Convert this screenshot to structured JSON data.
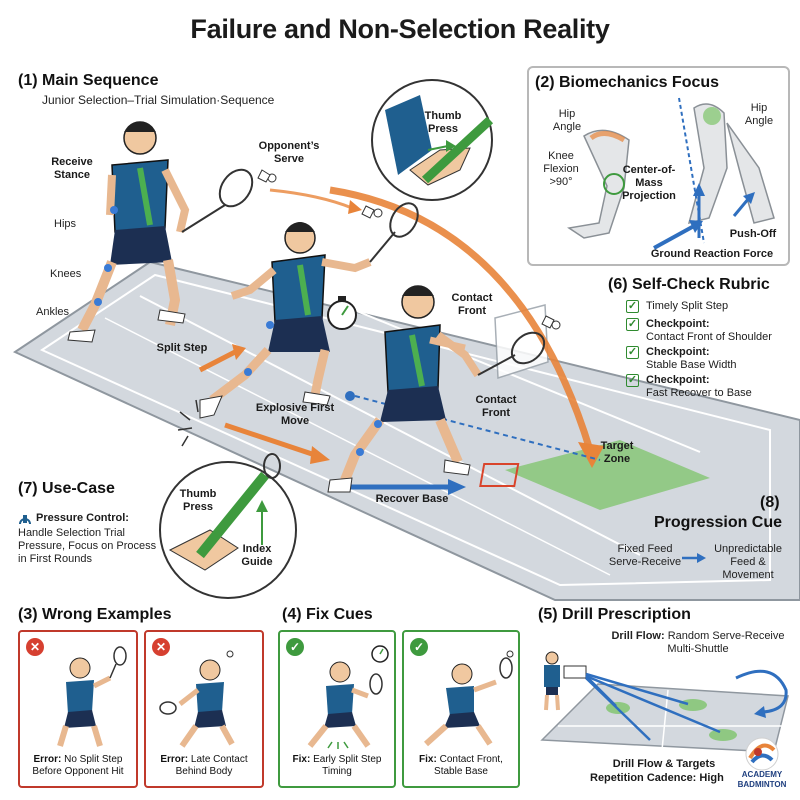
{
  "title": "Failure and Non-Selection Reality",
  "main": {
    "heading": "(1) Main Sequence",
    "subtitle": "Junior Selection–Trial Simulation·Sequence",
    "labels": {
      "receive_stance": "Receive Stance",
      "hips": "Hips",
      "knees": "Knees",
      "ankles": "Ankles",
      "opponents_serve": "Opponent’s Serve",
      "thumb_press_top": "Thumb Press",
      "split_step": "Split Step",
      "explosive_first_move": "Explosive First Move",
      "contact_front_1": "Contact Front",
      "contact_front_2": "Contact Front",
      "recover_base": "Recover Base",
      "target_zone": "Target Zone",
      "thumb_press_bottom": "Thumb Press",
      "index_guide": "Index Guide"
    }
  },
  "biomech": {
    "heading": "(2) Biomechanics Focus",
    "hip_angle_left": "Hip Angle",
    "hip_angle_right": "Hip Angle",
    "knee_flexion": "Knee Flexion >90°",
    "center_of_mass": "Center-of-Mass Projection",
    "push_off": "Push-Off",
    "ground_reaction": "Ground Reaction Force"
  },
  "rubric": {
    "heading": "(6) Self-Check Rubric",
    "items": [
      {
        "bold": "",
        "text": "Timely Split Step"
      },
      {
        "bold": "Checkpoint:",
        "text": "Contact Front of Shoulder"
      },
      {
        "bold": "Checkpoint:",
        "text": "Stable Base Width"
      },
      {
        "bold": "Checkpoint:",
        "text": "Fast Recover to Base"
      }
    ]
  },
  "usecase": {
    "heading": "(7) Use-Case",
    "bold": "Pressure Control:",
    "text": "Handle Selection Trial Pressure, Focus on Process in First Rounds"
  },
  "progression": {
    "number": "(8)",
    "heading": "Progression Cue",
    "from": "Fixed Feed Serve-Receive",
    "to": "Unpredictable Feed & Movement"
  },
  "wrong": {
    "heading": "(3) Wrong Examples",
    "cards": [
      {
        "bold": "Error:",
        "text": "No Split Step Before Opponent Hit"
      },
      {
        "bold": "Error:",
        "text": "Late Contact Behind Body"
      }
    ]
  },
  "fix": {
    "heading": "(4) Fix Cues",
    "cards": [
      {
        "bold": "Fix:",
        "text": "Early Split Step Timing"
      },
      {
        "bold": "Fix:",
        "text": "Contact Front, Stable Base"
      }
    ]
  },
  "drill": {
    "heading": "(5) Drill Prescription",
    "flow_bold": "Drill Flow:",
    "flow_text": "Random Serve-Receive Multi-Shuttle",
    "footer_1": "Drill Flow & Targets",
    "footer_2_bold": "Repetition Cadence:",
    "footer_2_text": "High"
  },
  "logo": {
    "line1": "ACADEMY",
    "line2": "BADMINTON"
  },
  "colors": {
    "jersey": "#1f5f8f",
    "jersey_accent": "#4caf50",
    "shorts": "#1c2f52",
    "joint": "#3a7bd5",
    "court": "#d3d8de",
    "arrow_orange": "#e8843a",
    "arrow_blue": "#2f6fbf",
    "target_green": "#7ec46a",
    "error_red": "#c0392b",
    "fix_green": "#3f9a3f"
  }
}
